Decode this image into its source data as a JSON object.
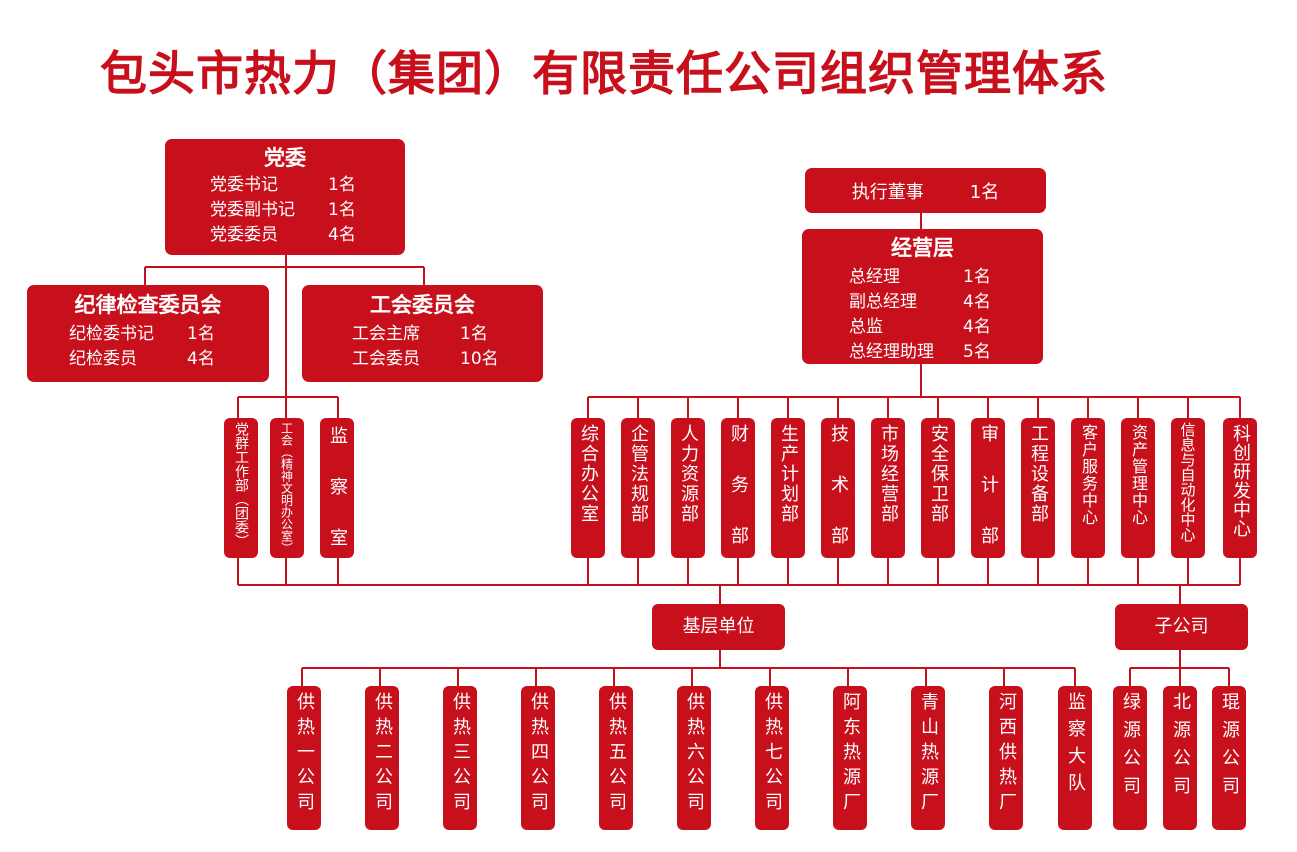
{
  "title": "包头市热力（集团）有限责任公司组织管理体系",
  "party": {
    "name": "党委",
    "members": [
      {
        "role": "党委书记",
        "count": "1名"
      },
      {
        "role": "党委副书记",
        "count": "1名"
      },
      {
        "role": "党委委员",
        "count": "4名"
      }
    ]
  },
  "discipline": {
    "name": "纪律检查委员会",
    "members": [
      {
        "role": "纪检委书记",
        "count": "1名"
      },
      {
        "role": "纪检委员",
        "count": "4名"
      }
    ]
  },
  "union": {
    "name": "工会委员会",
    "members": [
      {
        "role": "工会主席",
        "count": "1名"
      },
      {
        "role": "工会委员",
        "count": "10名"
      }
    ]
  },
  "executive": {
    "role": "执行董事",
    "count": "1名"
  },
  "management": {
    "name": "经营层",
    "members": [
      {
        "role": "总经理",
        "count": "1名"
      },
      {
        "role": "副总经理",
        "count": "4名"
      },
      {
        "role": "总监",
        "count": "4名"
      },
      {
        "role": "总经理助理",
        "count": "5名"
      }
    ]
  },
  "party_departments": [
    "党群工作部（团委）",
    "工会（精神文明办公室）",
    "监 察 室"
  ],
  "departments": [
    "综合办公室",
    "企管法规部",
    "人力资源部",
    "财 务 部",
    "生产计划部",
    "技 术 部",
    "市场经营部",
    "安全保卫部",
    "审 计 部",
    "工程设备部",
    "客户服务中心",
    "资产管理中心",
    "信息与自动化中心",
    "科创研发中心"
  ],
  "grassroots": {
    "name": "基层单位",
    "units": [
      "供热一公司",
      "供热二公司",
      "供热三公司",
      "供热四公司",
      "供热五公司",
      "供热六公司",
      "供热七公司",
      "阿东热源厂",
      "青山热源厂",
      "河西供热厂",
      "监察大队"
    ]
  },
  "subsidiaries": {
    "name": "子公司",
    "units": [
      "绿源公司",
      "北源公司",
      "琨源公司"
    ]
  }
}
